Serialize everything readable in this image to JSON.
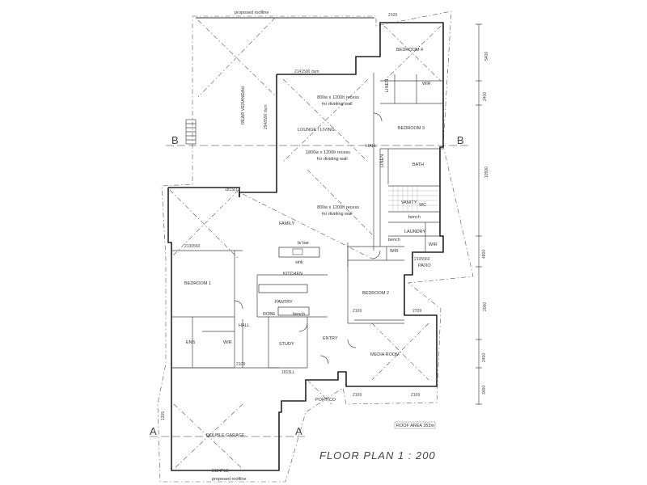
{
  "rooms": {
    "rear_veranda": "REAR VERANDAH",
    "lounge": "LOUNGE / LIVING",
    "family": "FAMILY",
    "bedroom1": "BEDROOM 1",
    "bedroom2": "BEDROOM 2",
    "bedroom3": "BEDROOM 3",
    "bedroom4": "BEDROOM 4",
    "kitchen": "KITCHEN",
    "pantry": "PANTRY",
    "study": "STUDY",
    "media": "MEDIA ROOM",
    "garage": "DOUBLE GARAGE",
    "portico": "PORTICO",
    "entry": "ENTRY",
    "hall": "HALL",
    "hall2": "HALL",
    "bath": "BATH",
    "vanity": "VANITY",
    "laundry": "LAUNDRY",
    "wc": "WC",
    "wir": "WIR",
    "wir2": "WIR",
    "wir4": "WIR",
    "wir_b": "WIR",
    "ens": "ENS",
    "linen": "LINEN",
    "linen2": "LINEN",
    "patio": "PATIO",
    "robe": "ROBE",
    "bench": "bench",
    "bench2": "bench",
    "bench3": "bench",
    "sink": "sink",
    "bbar": "b/ bar"
  },
  "notes": {
    "recess1": "800w x 1200h recess",
    "recess1b": "for dividing wall",
    "recess2": "1800w x 1200h recess",
    "recess2b": "for dividing wall",
    "recess3": "800w x 1200h recess",
    "recess3b": "for dividing wall",
    "proposed_top": "proposed roofline",
    "proposed_bottom": "proposed roofline",
    "roof_area": "ROOF AREA 353m",
    "section_a": "A",
    "section_a2": "A",
    "section_b": "B",
    "section_b2": "B"
  },
  "dims": {
    "d1": "2141590 dum",
    "d2": "2946590 dum",
    "d3": "2130560",
    "d4": "1815LL",
    "d5": "2184PLD",
    "d6": "2109",
    "d7": "2109",
    "d8": "2109",
    "d9": "1815LL",
    "d10": "2135560",
    "d11": "2709",
    "d12": "2109",
    "d13": "1205",
    "d14": "2109"
  },
  "scale": {
    "s1": "5400",
    "s2": "2400",
    "s3": "10500",
    "s4": "4800",
    "s5": "2000",
    "s6": "2400",
    "s7": "3000"
  },
  "title": "FLOOR PLAN 1 : 200"
}
